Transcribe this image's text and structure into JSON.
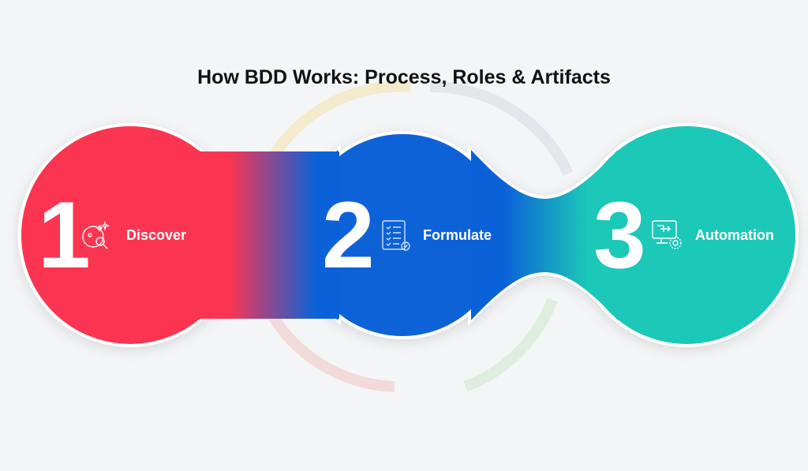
{
  "title": "How BDD Works: Process, Roles & Artifacts",
  "steps": [
    {
      "number": "1",
      "label": "Discover",
      "icon": "globe-search-icon",
      "color": "#fb3451"
    },
    {
      "number": "2",
      "label": "Formulate",
      "icon": "checklist-document-icon",
      "color": "#0b62d8"
    },
    {
      "number": "3",
      "label": "Automation",
      "icon": "monitor-gear-icon",
      "color": "#1cc8b8"
    }
  ]
}
